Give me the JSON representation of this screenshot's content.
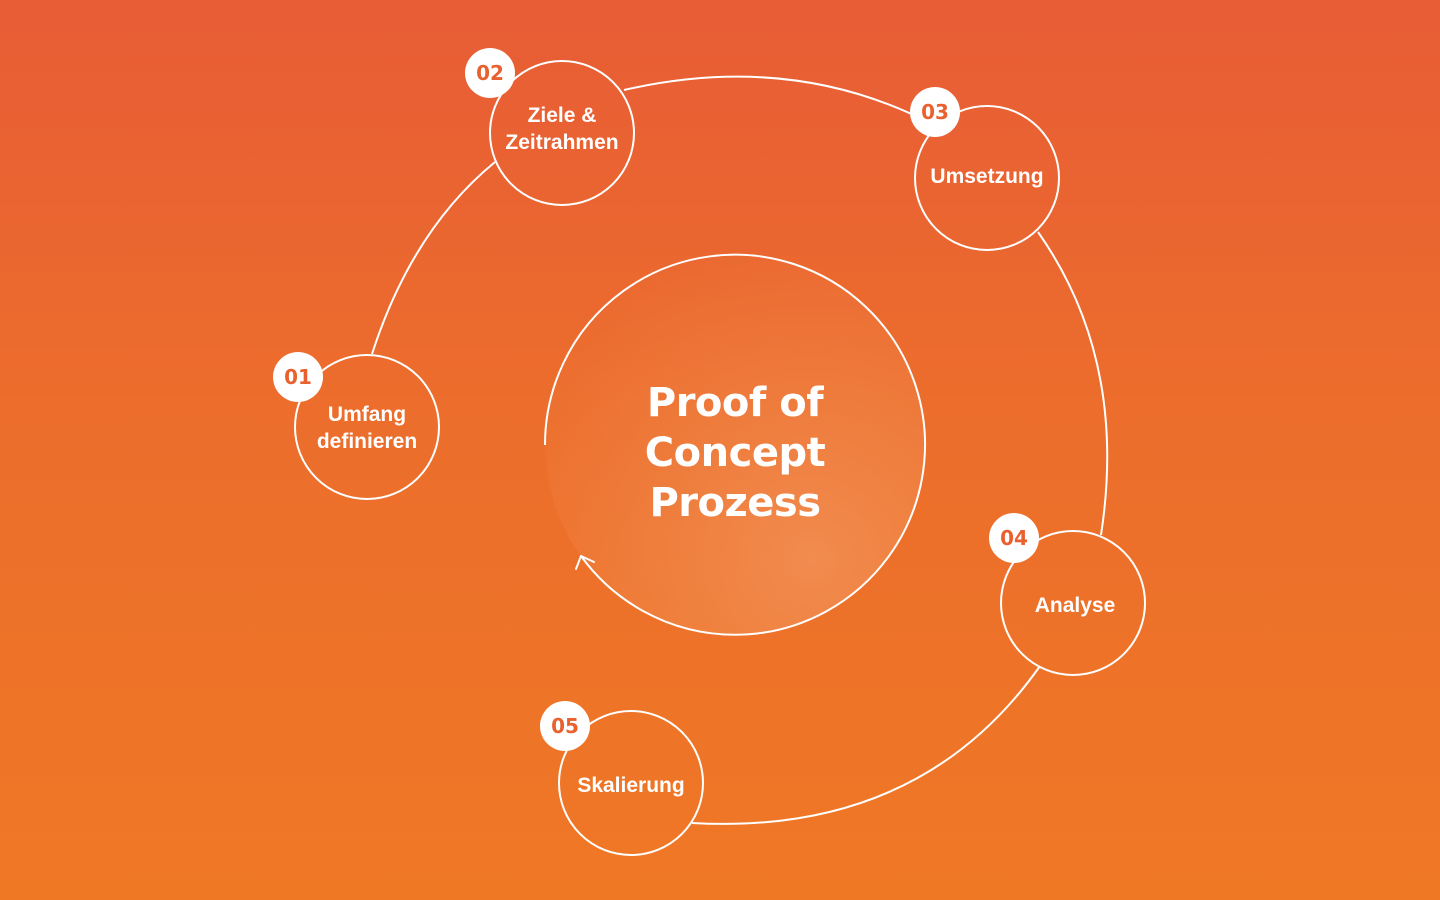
{
  "title": [
    "Proof of",
    "Concept",
    "Prozess"
  ],
  "steps": [
    {
      "number": "01",
      "label": [
        "Umfang",
        "definieren"
      ]
    },
    {
      "number": "02",
      "label": [
        "Ziele &",
        "Zeitrahmen"
      ]
    },
    {
      "number": "03",
      "label": [
        "Umsetzung"
      ]
    },
    {
      "number": "04",
      "label": [
        "Analyse"
      ]
    },
    {
      "number": "05",
      "label": [
        "Skalierung"
      ]
    }
  ],
  "colors": {
    "background_top": "#E85C36",
    "background_bottom": "#EF7825",
    "line": "#FFFFFF",
    "badge_text": "#E8612F"
  }
}
